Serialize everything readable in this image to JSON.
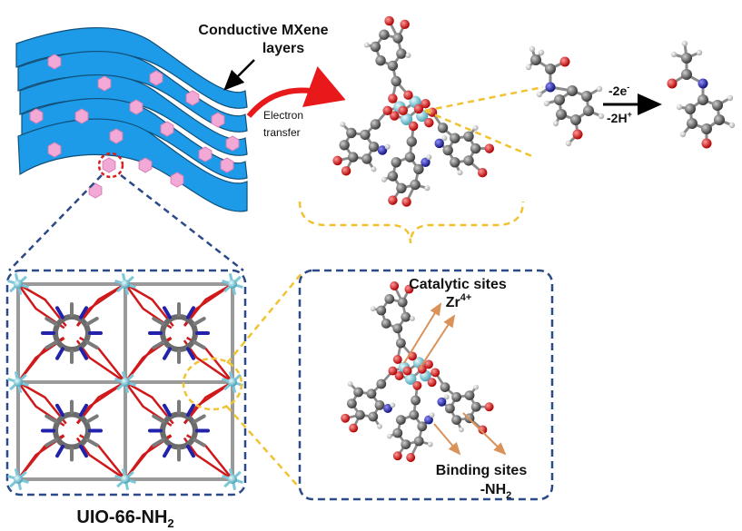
{
  "labels": {
    "mxene_line1": "Conductive MXene",
    "mxene_line2": "layers",
    "electron_line1": "Electron",
    "electron_line2": "transfer",
    "reaction_top": "-2e",
    "reaction_top_sup": "-",
    "reaction_bottom": "-2H",
    "reaction_bottom_sup": "+",
    "catalytic_line1": "Catalytic sites",
    "catalytic_line2": "Zr",
    "catalytic_sup": "4+",
    "binding_line1": "Binding sites",
    "binding_line2": "-NH",
    "binding_sub": "2",
    "mof_name": "UIO-66-NH",
    "mof_sub": "2"
  },
  "colors": {
    "mxene_sheet": "#1e9be8",
    "crystal": "#f2a9d6",
    "callout_box": "#2b4a87",
    "dashed_connector": "#f1c232",
    "electron_arrow": "#e8191a",
    "reaction_arrow": "#000000",
    "site_arrow": "#d9925a",
    "carbon": "#555555",
    "oxygen": "#d0191a",
    "nitrogen": "#2222aa",
    "zirconium": "#7dc8d8",
    "hydrogen": "#eeeeee"
  }
}
